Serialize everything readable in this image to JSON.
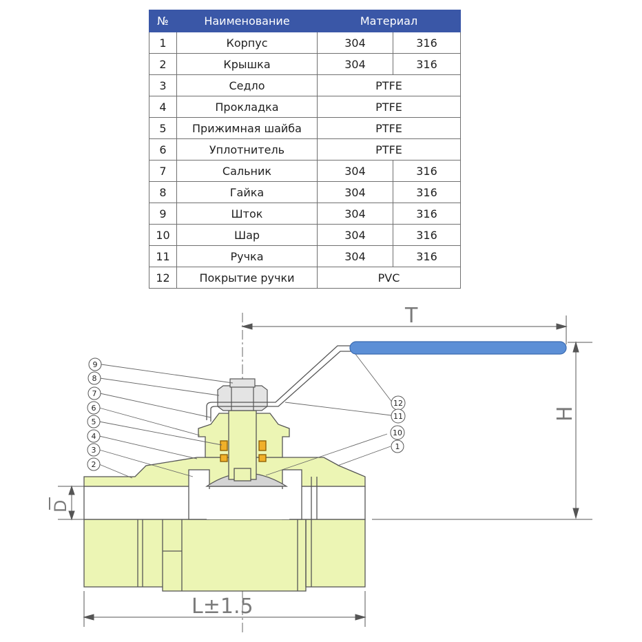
{
  "table": {
    "header": {
      "no": "№",
      "name": "Наименование",
      "material": "Материал"
    },
    "rows": [
      {
        "no": "1",
        "name": "Корпус",
        "m1": "304",
        "m2": "316"
      },
      {
        "no": "2",
        "name": "Крышка",
        "m1": "304",
        "m2": "316"
      },
      {
        "no": "3",
        "name": "Седло",
        "m": "PTFE"
      },
      {
        "no": "4",
        "name": "Прокладка",
        "m": "PTFE"
      },
      {
        "no": "5",
        "name": "Прижимная шайба",
        "m": "PTFE"
      },
      {
        "no": "6",
        "name": "Уплотнитель",
        "m": "PTFE"
      },
      {
        "no": "7",
        "name": "Сальник",
        "m1": "304",
        "m2": "316"
      },
      {
        "no": "8",
        "name": "Гайка",
        "m1": "304",
        "m2": "316"
      },
      {
        "no": "9",
        "name": "Шток",
        "m1": "304",
        "m2": "316"
      },
      {
        "no": "10",
        "name": "Шар",
        "m1": "304",
        "m2": "316"
      },
      {
        "no": "11",
        "name": "Ручка",
        "m1": "304",
        "m2": "316"
      },
      {
        "no": "12",
        "name": "Покрытие ручки",
        "m": "PVC"
      }
    ]
  },
  "dimensions": {
    "T": "T",
    "H": "H",
    "D": "D",
    "L": "L±1.5"
  },
  "callouts": {
    "c1": "1",
    "c2": "2",
    "c3": "3",
    "c4": "4",
    "c5": "5",
    "c6": "6",
    "c7": "7",
    "c8": "8",
    "c9": "9",
    "c10": "10",
    "c11": "11",
    "c12": "12"
  },
  "colors": {
    "header_bg": "#3a57a7",
    "body_fill": "#ecf5b4",
    "handle_cover": "#5c8fd6",
    "seal": "#f0b02a",
    "line": "#555555"
  }
}
